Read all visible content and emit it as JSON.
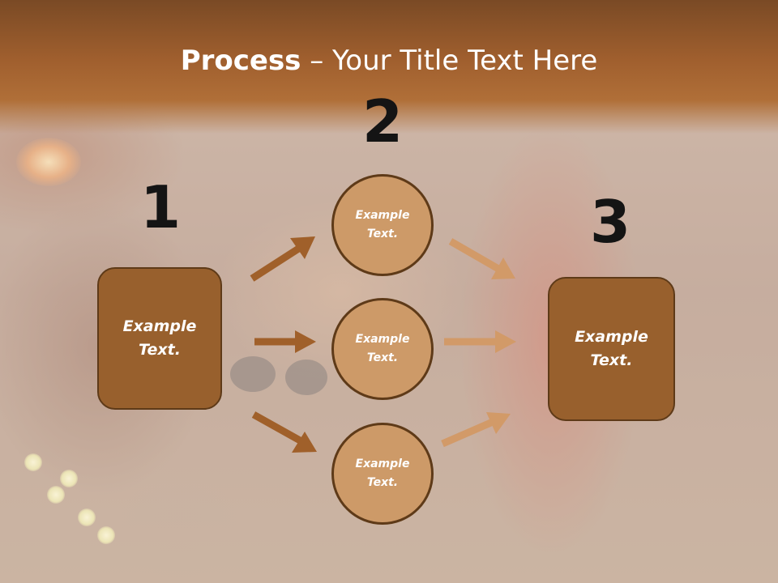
{
  "title": {
    "bold": "Process",
    "rest": " – Your Title Text Here"
  },
  "steps": {
    "one": "1",
    "two": "2",
    "three": "3"
  },
  "boxes": {
    "left": "Example\nText.",
    "right": "Example\nText."
  },
  "circles": {
    "top": "Example\nText.",
    "middle": "Example\nText.",
    "bottom": "Example\nText."
  },
  "colors": {
    "box_fill": "#98602d",
    "circle_fill": "#cd9a68",
    "outline": "#5e3a18",
    "arrow_dark": "#a0602a",
    "arrow_light": "#d29a68"
  }
}
